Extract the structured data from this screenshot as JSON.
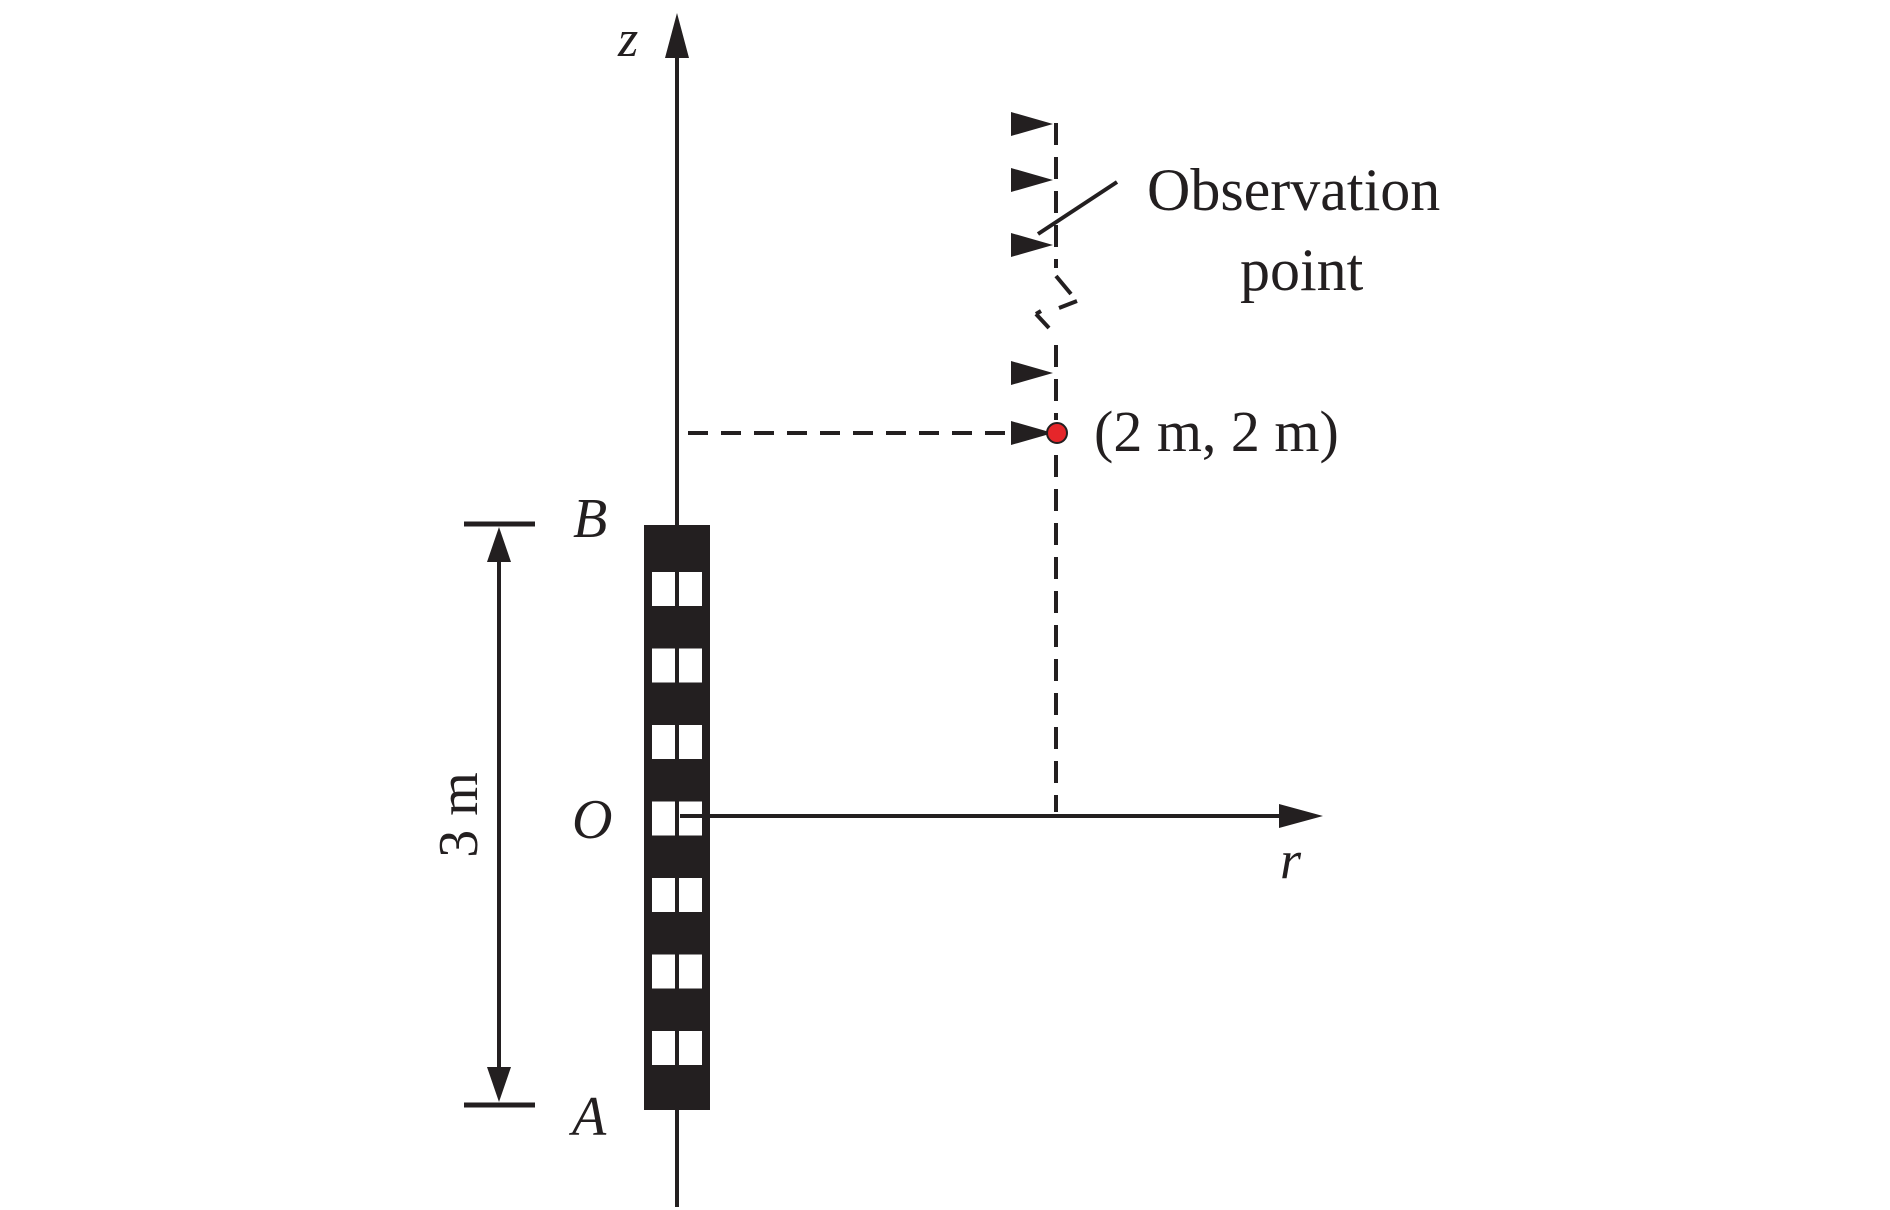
{
  "diagram": {
    "axes": {
      "vertical_label": "z",
      "horizontal_label": "r",
      "origin_label": "O"
    },
    "structure": {
      "top_label": "B",
      "bottom_label": "A",
      "height_label": "3 m",
      "window_rows": 7,
      "window_columns": 2
    },
    "observation": {
      "callout_line1": "Observation",
      "callout_line2": "point",
      "coordinate_label": "(2 m, 2 m)",
      "point_color": "#e5262a"
    },
    "colors": {
      "ink": "#231f20",
      "background": "#ffffff"
    }
  }
}
